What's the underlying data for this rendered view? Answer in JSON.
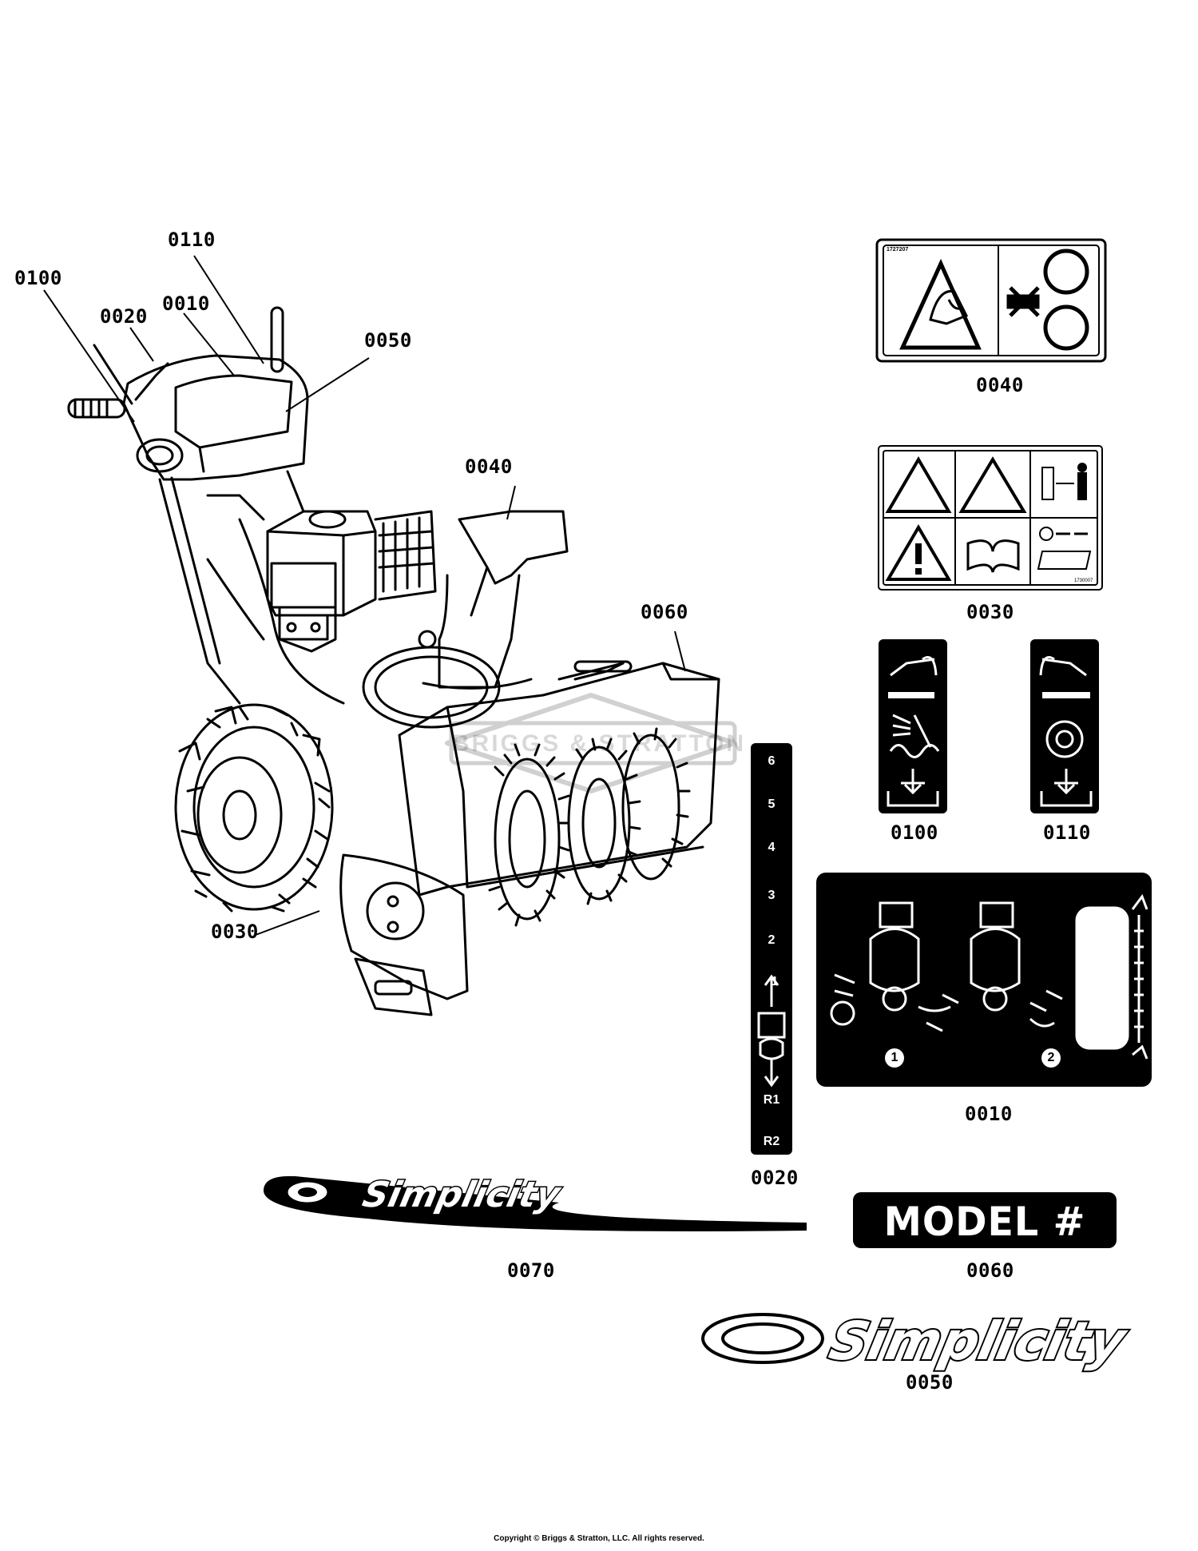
{
  "callouts": {
    "c0110": "0110",
    "c0100": "0100",
    "c0020": "0020",
    "c0010": "0010",
    "c0050": "0050",
    "c0040": "0040",
    "c0060": "0060",
    "c0030": "0030"
  },
  "decals": {
    "d0040": "0040",
    "d0030": "0030",
    "d0100": "0100",
    "d0110": "0110",
    "d0010": "0010",
    "d0020": "0020",
    "d0070": "0070",
    "d0060": "0060",
    "d0050": "0050"
  },
  "decal_text": {
    "part_no_0040": "1727207",
    "part_no_0030": "1730007",
    "model_label": "MODEL #",
    "brand_name": "Simplicity",
    "marker_one": "1",
    "marker_two": "2"
  },
  "gear_labels": [
    "6",
    "5",
    "4",
    "3",
    "2",
    "1",
    "R1",
    "R2"
  ],
  "watermark": "BRIGGS & STRATTON",
  "copyright": "Copyright © Briggs & Stratton, LLC. All rights reserved."
}
